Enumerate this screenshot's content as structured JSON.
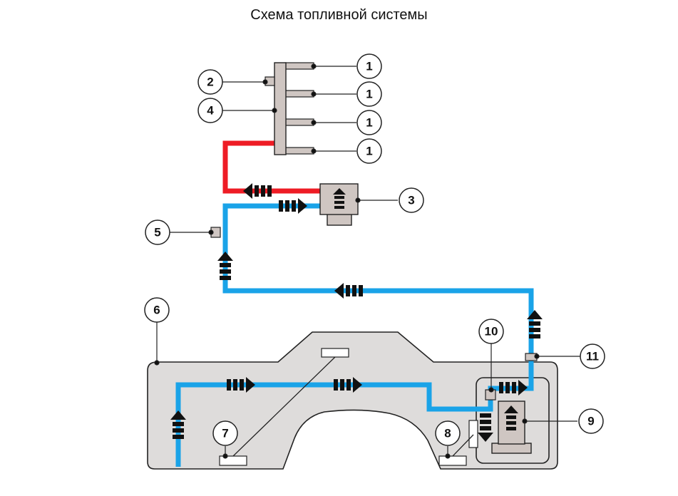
{
  "title": "Схема топливной системы",
  "colors": {
    "pressure_line": "#ee1c25",
    "supply_line": "#1aa3e8",
    "component_fill": "#cfc6c2",
    "tank_fill": "#dedcdb",
    "outline": "#222222"
  },
  "callouts": {
    "injector_1a": "1",
    "injector_1b": "1",
    "injector_1c": "1",
    "injector_1d": "1",
    "c2": "2",
    "c3": "3",
    "c4": "4",
    "c5": "5",
    "c6": "6",
    "c7": "7",
    "c8": "8",
    "c9": "9",
    "c10": "10",
    "c11": "11"
  }
}
